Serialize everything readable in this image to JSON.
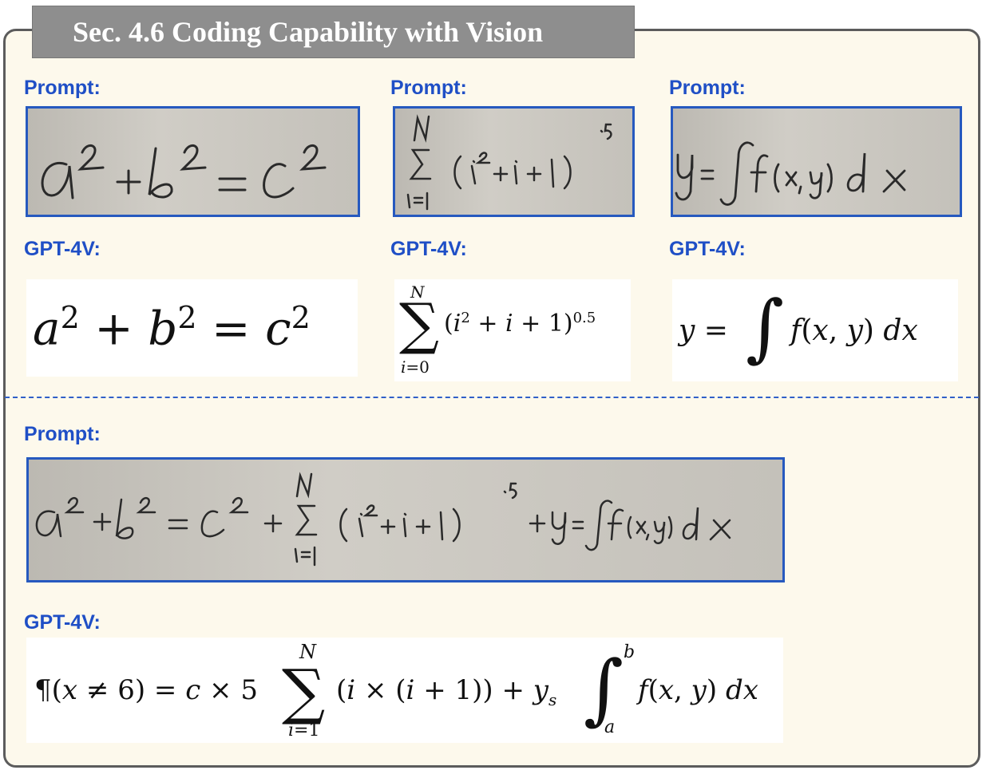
{
  "header": {
    "title": "Sec. 4.6 Coding Capability with Vision"
  },
  "labels": {
    "prompt": "Prompt:",
    "gpt": "GPT-4V:"
  },
  "examples": [
    {
      "prompt_image": "handwritten a²+b²=c²",
      "gpt_output": "a^2 + b^2 = c^2"
    },
    {
      "prompt_image": "handwritten sum (i²+i+1)^0.5",
      "gpt_output": "\\sum_{i=0}^{N} (i^2 + i + 1)^{0.5}"
    },
    {
      "prompt_image": "handwritten y = ∫ f(x,y) dx",
      "gpt_output": "y = \\int f(x, y) \\, dx"
    }
  ],
  "combined": {
    "prompt_image": "handwritten a²+b²=c² + sum (i²+i+1)^0.5 + y = ∫ f(x,y) dx",
    "gpt_output": "\\P(x \\neq 6) = c \\times 5 \\sum_{i=1}^{N} (i \\times (i + 1)) + y_s \\int_a^b f(x, y) \\, dx"
  },
  "colors": {
    "label": "#1f4fc6",
    "frame": "#2659bf",
    "panel_bg": "#fdf9ec",
    "title_bg": "#8e8e8e"
  }
}
